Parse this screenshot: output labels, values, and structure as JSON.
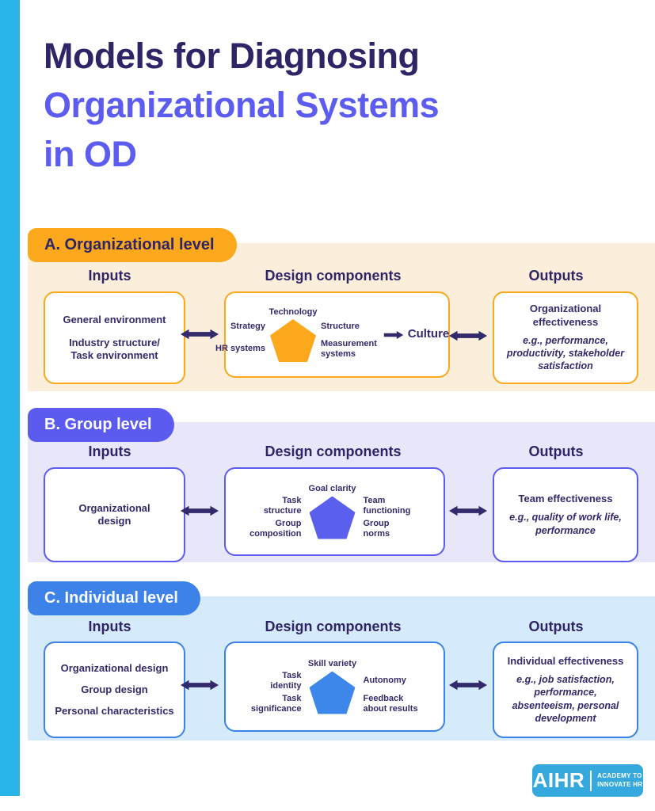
{
  "title": {
    "line1": "Models for Diagnosing",
    "line2": "Organizational Systems",
    "line3": "in OD"
  },
  "colors": {
    "accent_bar": "#29B5E8",
    "title_dark": "#2F2566",
    "title_accent": "#5C5CF0",
    "text_dark": "#332A6B",
    "orange": "#FBA81C",
    "cream_panel": "#FBEFDB",
    "purple": "#5B5BF0",
    "lavender_panel": "#E8E7F9",
    "blue": "#3C82E8",
    "light_blue_panel": "#D5EAFB",
    "logo_blue": "#35A9DD"
  },
  "sections": [
    {
      "header": "A. Organizational level",
      "columns": {
        "inputs": "Inputs",
        "design": "Design components",
        "outputs": "Outputs"
      },
      "inputs": [
        "General environment",
        "Industry structure/\nTask environment"
      ],
      "pentagon": {
        "top": "Technology",
        "left": "Strategy",
        "right": "Structure",
        "bottom_left": "HR systems",
        "bottom_right": "Measurement\nsystems"
      },
      "culture": "Culture",
      "outputs": {
        "title": "Organizational effectiveness",
        "examples": "e.g., performance, productivity, stakeholder satisfaction"
      }
    },
    {
      "header": "B. Group level",
      "columns": {
        "inputs": "Inputs",
        "design": "Design components",
        "outputs": "Outputs"
      },
      "inputs": [
        "Organizational\ndesign"
      ],
      "pentagon": {
        "top": "Goal clarity",
        "left": "Task\nstructure",
        "right": "Team\nfunctioning",
        "bottom_left": "Group\ncomposition",
        "bottom_right": "Group\nnorms"
      },
      "outputs": {
        "title": "Team effectiveness",
        "examples": "e.g., quality of work life, performance"
      }
    },
    {
      "header": "C. Individual level",
      "columns": {
        "inputs": "Inputs",
        "design": "Design components",
        "outputs": "Outputs"
      },
      "inputs": [
        "Organizational design",
        "Group design",
        "Personal characteristics"
      ],
      "pentagon": {
        "top": "Skill variety",
        "left": "Task\nidentity",
        "right": "Autonomy",
        "bottom_left": "Task\nsignificance",
        "bottom_right": "Feedback\nabout results"
      },
      "outputs": {
        "title": "Individual effectiveness",
        "examples": "e.g., job satisfaction, performance, absenteeism, personal development"
      }
    }
  ],
  "footer": {
    "logo_text": "AIHR",
    "tagline_line1": "ACADEMY TO",
    "tagline_line2": "INNOVATE HR"
  }
}
